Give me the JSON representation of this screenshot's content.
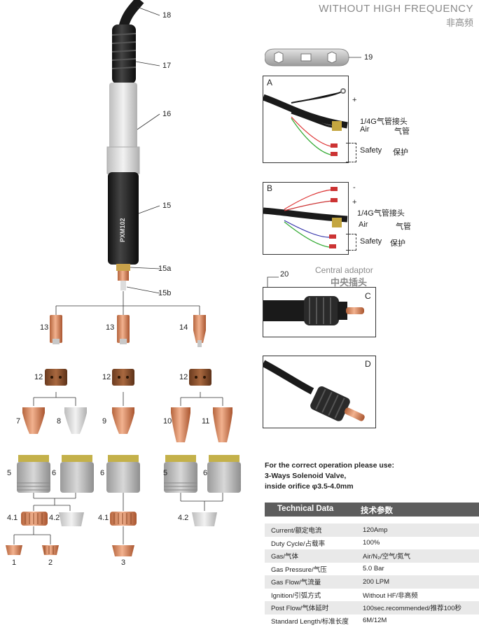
{
  "header": {
    "title_en": "WITHOUT HIGH FREQUENCY",
    "title_cn": "非高频"
  },
  "torch_labels": [
    "18",
    "17",
    "16",
    "15",
    "15a",
    "15b"
  ],
  "handle_print": "PXM102",
  "parts": {
    "p13a": "13",
    "p13b": "13",
    "p14": "14",
    "p12a": "12",
    "p12b": "12",
    "p12c": "12",
    "p7": "7",
    "p8": "8",
    "p9": "9",
    "p10": "10",
    "p11": "11",
    "p5a": "5",
    "p6a": "6",
    "p6b": "6",
    "p5b": "5",
    "p6c": "6",
    "p41a": "4.1",
    "p42a": "4.2",
    "p41b": "4.1",
    "p42b": "4.2",
    "p1": "1",
    "p2": "2",
    "p3": "3"
  },
  "wrench_label": "19",
  "diagram_a": {
    "letter": "A",
    "plus": "+",
    "connector_cn": "1/4G气管接头",
    "air_en": "Air",
    "air_cn": "气管",
    "safety_en": "Safety",
    "safety_cn": "保护"
  },
  "diagram_b": {
    "letter": "B",
    "minus": "-",
    "plus": "+",
    "connector_cn": "1/4G气管接头",
    "air_en": "Air",
    "air_cn": "气管",
    "safety_en": "Safety",
    "safety_cn": "保护"
  },
  "central": {
    "title_en": "Central adaptor",
    "title_cn": "中央插头",
    "label": "20",
    "c": "C",
    "d": "D"
  },
  "note": {
    "line1": "For the correct operation please use:",
    "line2": "3-Ways Solenoid Valve,",
    "line3": "inside orifice φ3.5-4.0mm"
  },
  "tech": {
    "title_en": "Technical  Data",
    "title_cn": "技术参数",
    "rows": [
      {
        "key": "Current/额定电流",
        "value": "120Amp"
      },
      {
        "key": "Duty Cycle/占载率",
        "value": "100%"
      },
      {
        "key": "Gas/气体",
        "value": "Air/N₂/空气/氮气"
      },
      {
        "key": "Gas Pressure/气压",
        "value": "5.0 Bar"
      },
      {
        "key": "Gas Flow/气流量",
        "value": "200 LPM"
      },
      {
        "key": "Ignition/引弧方式",
        "value": "Without HF/非高频"
      },
      {
        "key": "Post Flow/气体延时",
        "value": "100sec.recommended/推荐100秒"
      },
      {
        "key": "Standard Length/标准长度",
        "value": "6M/12M"
      }
    ]
  }
}
